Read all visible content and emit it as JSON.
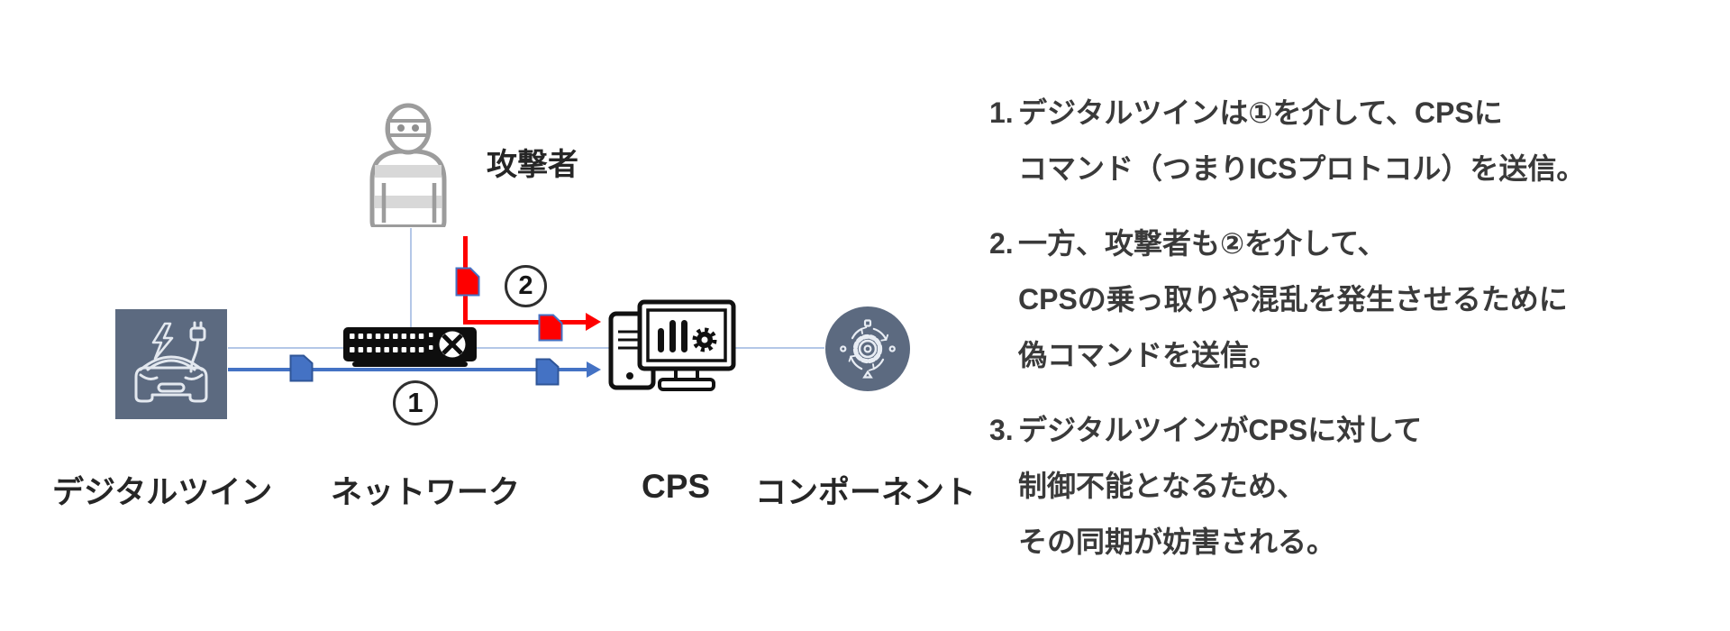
{
  "diagram": {
    "attacker_label": "攻撃者",
    "node_labels": {
      "digital_twin": "デジタルツイン",
      "network": "ネットワーク",
      "cps": "CPS",
      "component": "コンポーネント"
    },
    "path_badges": {
      "command_path": "1",
      "attack_path": "2"
    },
    "colors": {
      "node_fill": "#5c6a80",
      "attack_red": "#fe0000",
      "command_blue": "#4472c4",
      "link_light_blue": "#b4c7e7"
    }
  },
  "notes": [
    {
      "number": "1.",
      "lines": [
        "デジタルツインは①を介して、CPSに",
        "コマンド（つまりICSプロトコル）を送信。"
      ]
    },
    {
      "number": "2.",
      "lines": [
        "一方、攻撃者も②を介して、",
        "CPSの乗っ取りや混乱を発生させるために",
        "偽コマンドを送信。"
      ]
    },
    {
      "number": "3.",
      "lines": [
        "デジタルツインがCPSに対して",
        "制御不能となるため、",
        "その同期が妨害される。"
      ]
    }
  ]
}
